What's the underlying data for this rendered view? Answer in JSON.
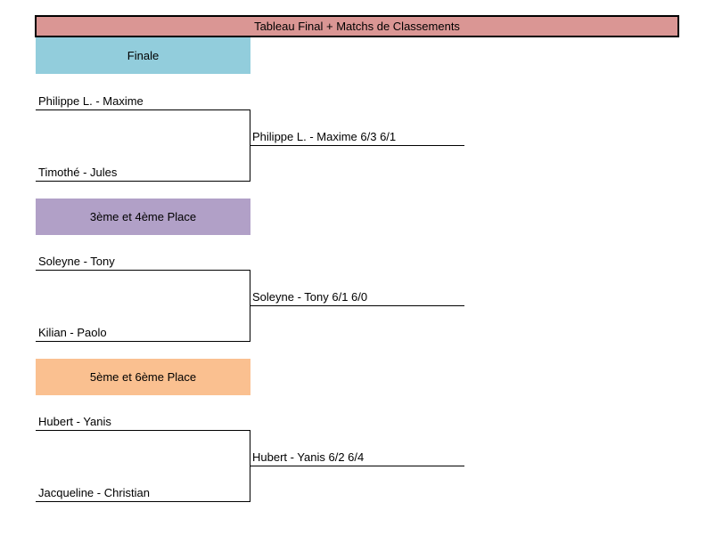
{
  "title": "Tableau Final + Matchs de Classements",
  "colors": {
    "title_bg": "#da9694",
    "finale_bg": "#92cddc",
    "third_bg": "#b1a0c7",
    "fifth_bg": "#fac090"
  },
  "sections": [
    {
      "header": "Finale",
      "team_top": "Philippe L. - Maxime",
      "team_bottom": "Timothé - Jules",
      "result": "Philippe L. - Maxime 6/3 6/1"
    },
    {
      "header": "3ème et 4ème Place",
      "team_top": "Soleyne - Tony",
      "team_bottom": "Kilian - Paolo",
      "result": "Soleyne - Tony 6/1 6/0"
    },
    {
      "header": "5ème et 6ème Place",
      "team_top": "Hubert - Yanis",
      "team_bottom": "Jacqueline - Christian",
      "result": "Hubert - Yanis 6/2 6/4"
    }
  ]
}
